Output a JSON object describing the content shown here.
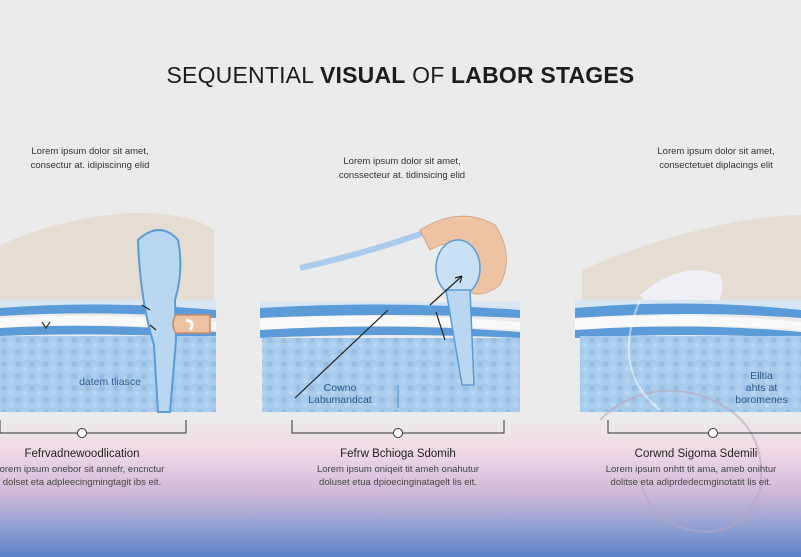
{
  "title": {
    "part1": "SEQUENTIAL ",
    "part2": "VISUAL",
    "part3": " OF ",
    "part4": "LABOR STAGES"
  },
  "captions": {
    "left": "Lorem ipsum dolor sit amet,\nconsectur at. idipiscinng elid",
    "center": "Lorem ipsum dolor sit amet,\nconssecteur at. tidinsicing elid",
    "right": "Lorem ipsum dolor sit amet,\nconsectetuet diplacings elit"
  },
  "panel_labels": {
    "left": "datem tliasce",
    "center": "Cowno\nLabumandcat",
    "right": "Elltia\nahts at\nboromenes"
  },
  "stages": [
    {
      "title": "Fefrvadnewoodlication",
      "desc": "orem ipsum onebor sit annefr, encnctur\ndolset eta adpleecingmingtagit ibs eit."
    },
    {
      "title": "Fefrw Bchioga Sdomih",
      "desc": "Lorem ipsum oniqeit tit ameh onahutur\ndoluset etua dpioecinginatagelt lis eit."
    },
    {
      "title": "Corwnd Sigoma Sdemili",
      "desc": "Lorem ipsum onhtt tit ama, ameb onihtur\ndolitse eta adiprdedecmginotatit lis eit."
    }
  ],
  "colors": {
    "background": "#ebebeb",
    "tissue_blue": "#a9ccec",
    "membrane_blue": "#5a9bd8",
    "skin_beige": "#e6ddd2",
    "peach": "#eec3a3",
    "gradient_pink": "#f0d9e4",
    "gradient_blue": "#5b7fc7"
  }
}
